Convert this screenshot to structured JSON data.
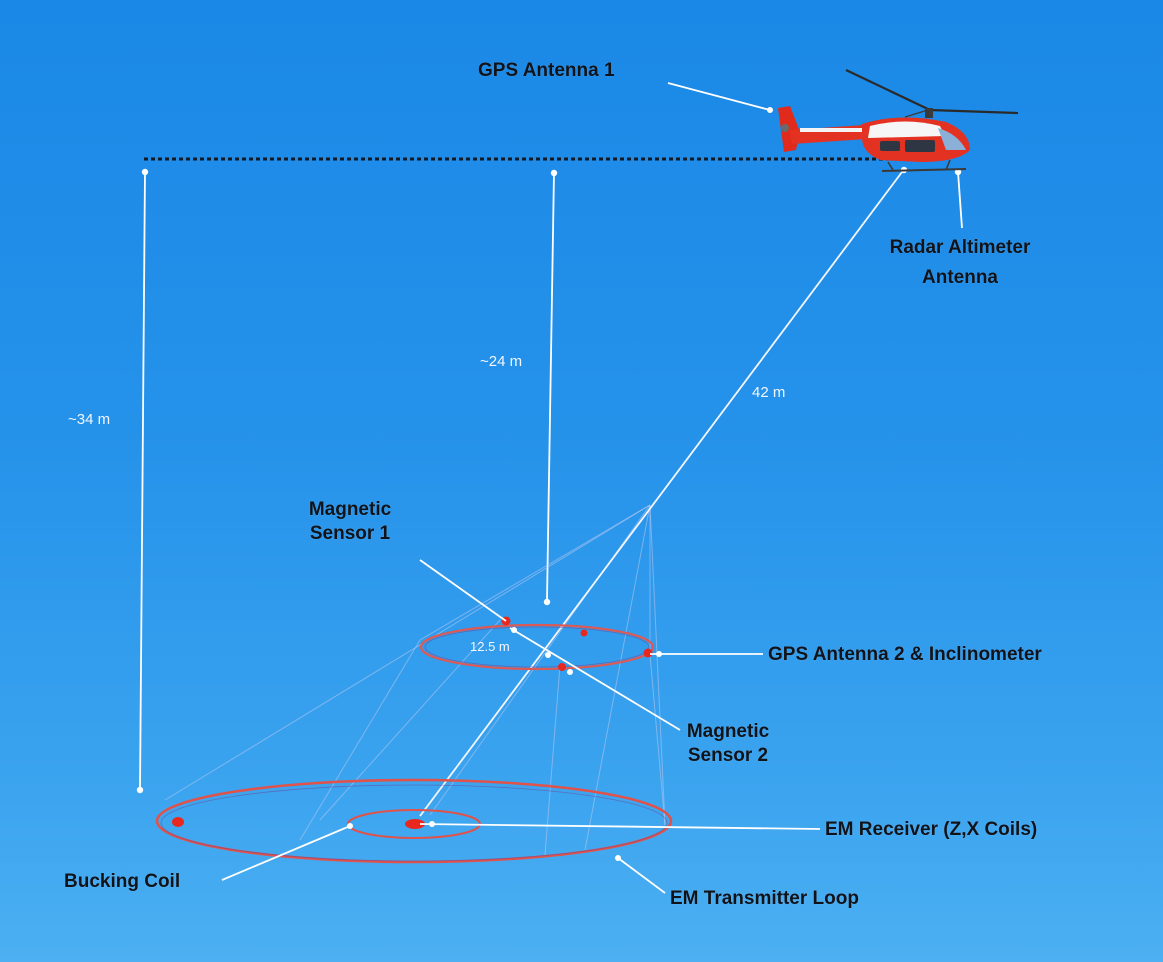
{
  "labels": {
    "gps_antenna_1": "GPS Antenna 1",
    "radar_altimeter_line1": "Radar Altimeter",
    "radar_altimeter_line2": "Antenna",
    "magnetic_sensor_1_line1": "Magnetic",
    "magnetic_sensor_1_line2": "Sensor 1",
    "magnetic_sensor_2_line1": "Magnetic",
    "magnetic_sensor_2_line2": "Sensor 2",
    "gps_antenna_2_inclinometer": "GPS Antenna 2 & Inclinometer",
    "em_receiver": "EM Receiver (Z,X Coils)",
    "bucking_coil": "Bucking Coil",
    "em_transmitter_loop": "EM Transmitter Loop"
  },
  "dimensions": {
    "left_height": "~34 m",
    "center_height": "~24 m",
    "tow_cable": "42 m",
    "ring_diameter": "12.5 m"
  },
  "colors": {
    "sky_top": "#1a88e6",
    "sky_bottom": "#4cb0f2",
    "leader_line": "#ffffff",
    "loop": "#e0524a",
    "helicopter_body": "#e02a1c",
    "sensor_marker": "#e8281e"
  },
  "icons": {
    "aircraft": "helicopter-icon"
  }
}
